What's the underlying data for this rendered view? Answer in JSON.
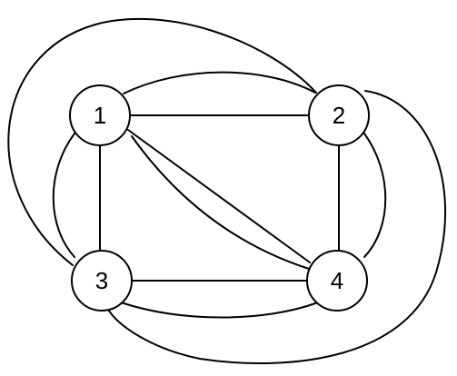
{
  "nodes": [
    {
      "id": "1",
      "label": "1"
    },
    {
      "id": "2",
      "label": "2"
    },
    {
      "id": "3",
      "label": "3"
    },
    {
      "id": "4",
      "label": "4"
    }
  ],
  "edges": [
    {
      "id": "e-1-2-straight",
      "from": "1",
      "to": "2"
    },
    {
      "id": "e-1-2-arc",
      "from": "1",
      "to": "2"
    },
    {
      "id": "e-1-3-straight",
      "from": "1",
      "to": "3"
    },
    {
      "id": "e-1-3-arc",
      "from": "1",
      "to": "3"
    },
    {
      "id": "e-1-4-straight",
      "from": "1",
      "to": "4"
    },
    {
      "id": "e-1-4-arc",
      "from": "1",
      "to": "4"
    },
    {
      "id": "e-2-4-straight",
      "from": "2",
      "to": "4"
    },
    {
      "id": "e-2-4-arc",
      "from": "2",
      "to": "4"
    },
    {
      "id": "e-3-4-straight",
      "from": "3",
      "to": "4"
    },
    {
      "id": "e-3-4-arc",
      "from": "3",
      "to": "4"
    },
    {
      "id": "e-3-2-outer",
      "from": "3",
      "to": "2"
    },
    {
      "id": "e-2-3-outer",
      "from": "2",
      "to": "3"
    }
  ],
  "colors": {
    "stroke": "#000000",
    "background": "#ffffff"
  }
}
